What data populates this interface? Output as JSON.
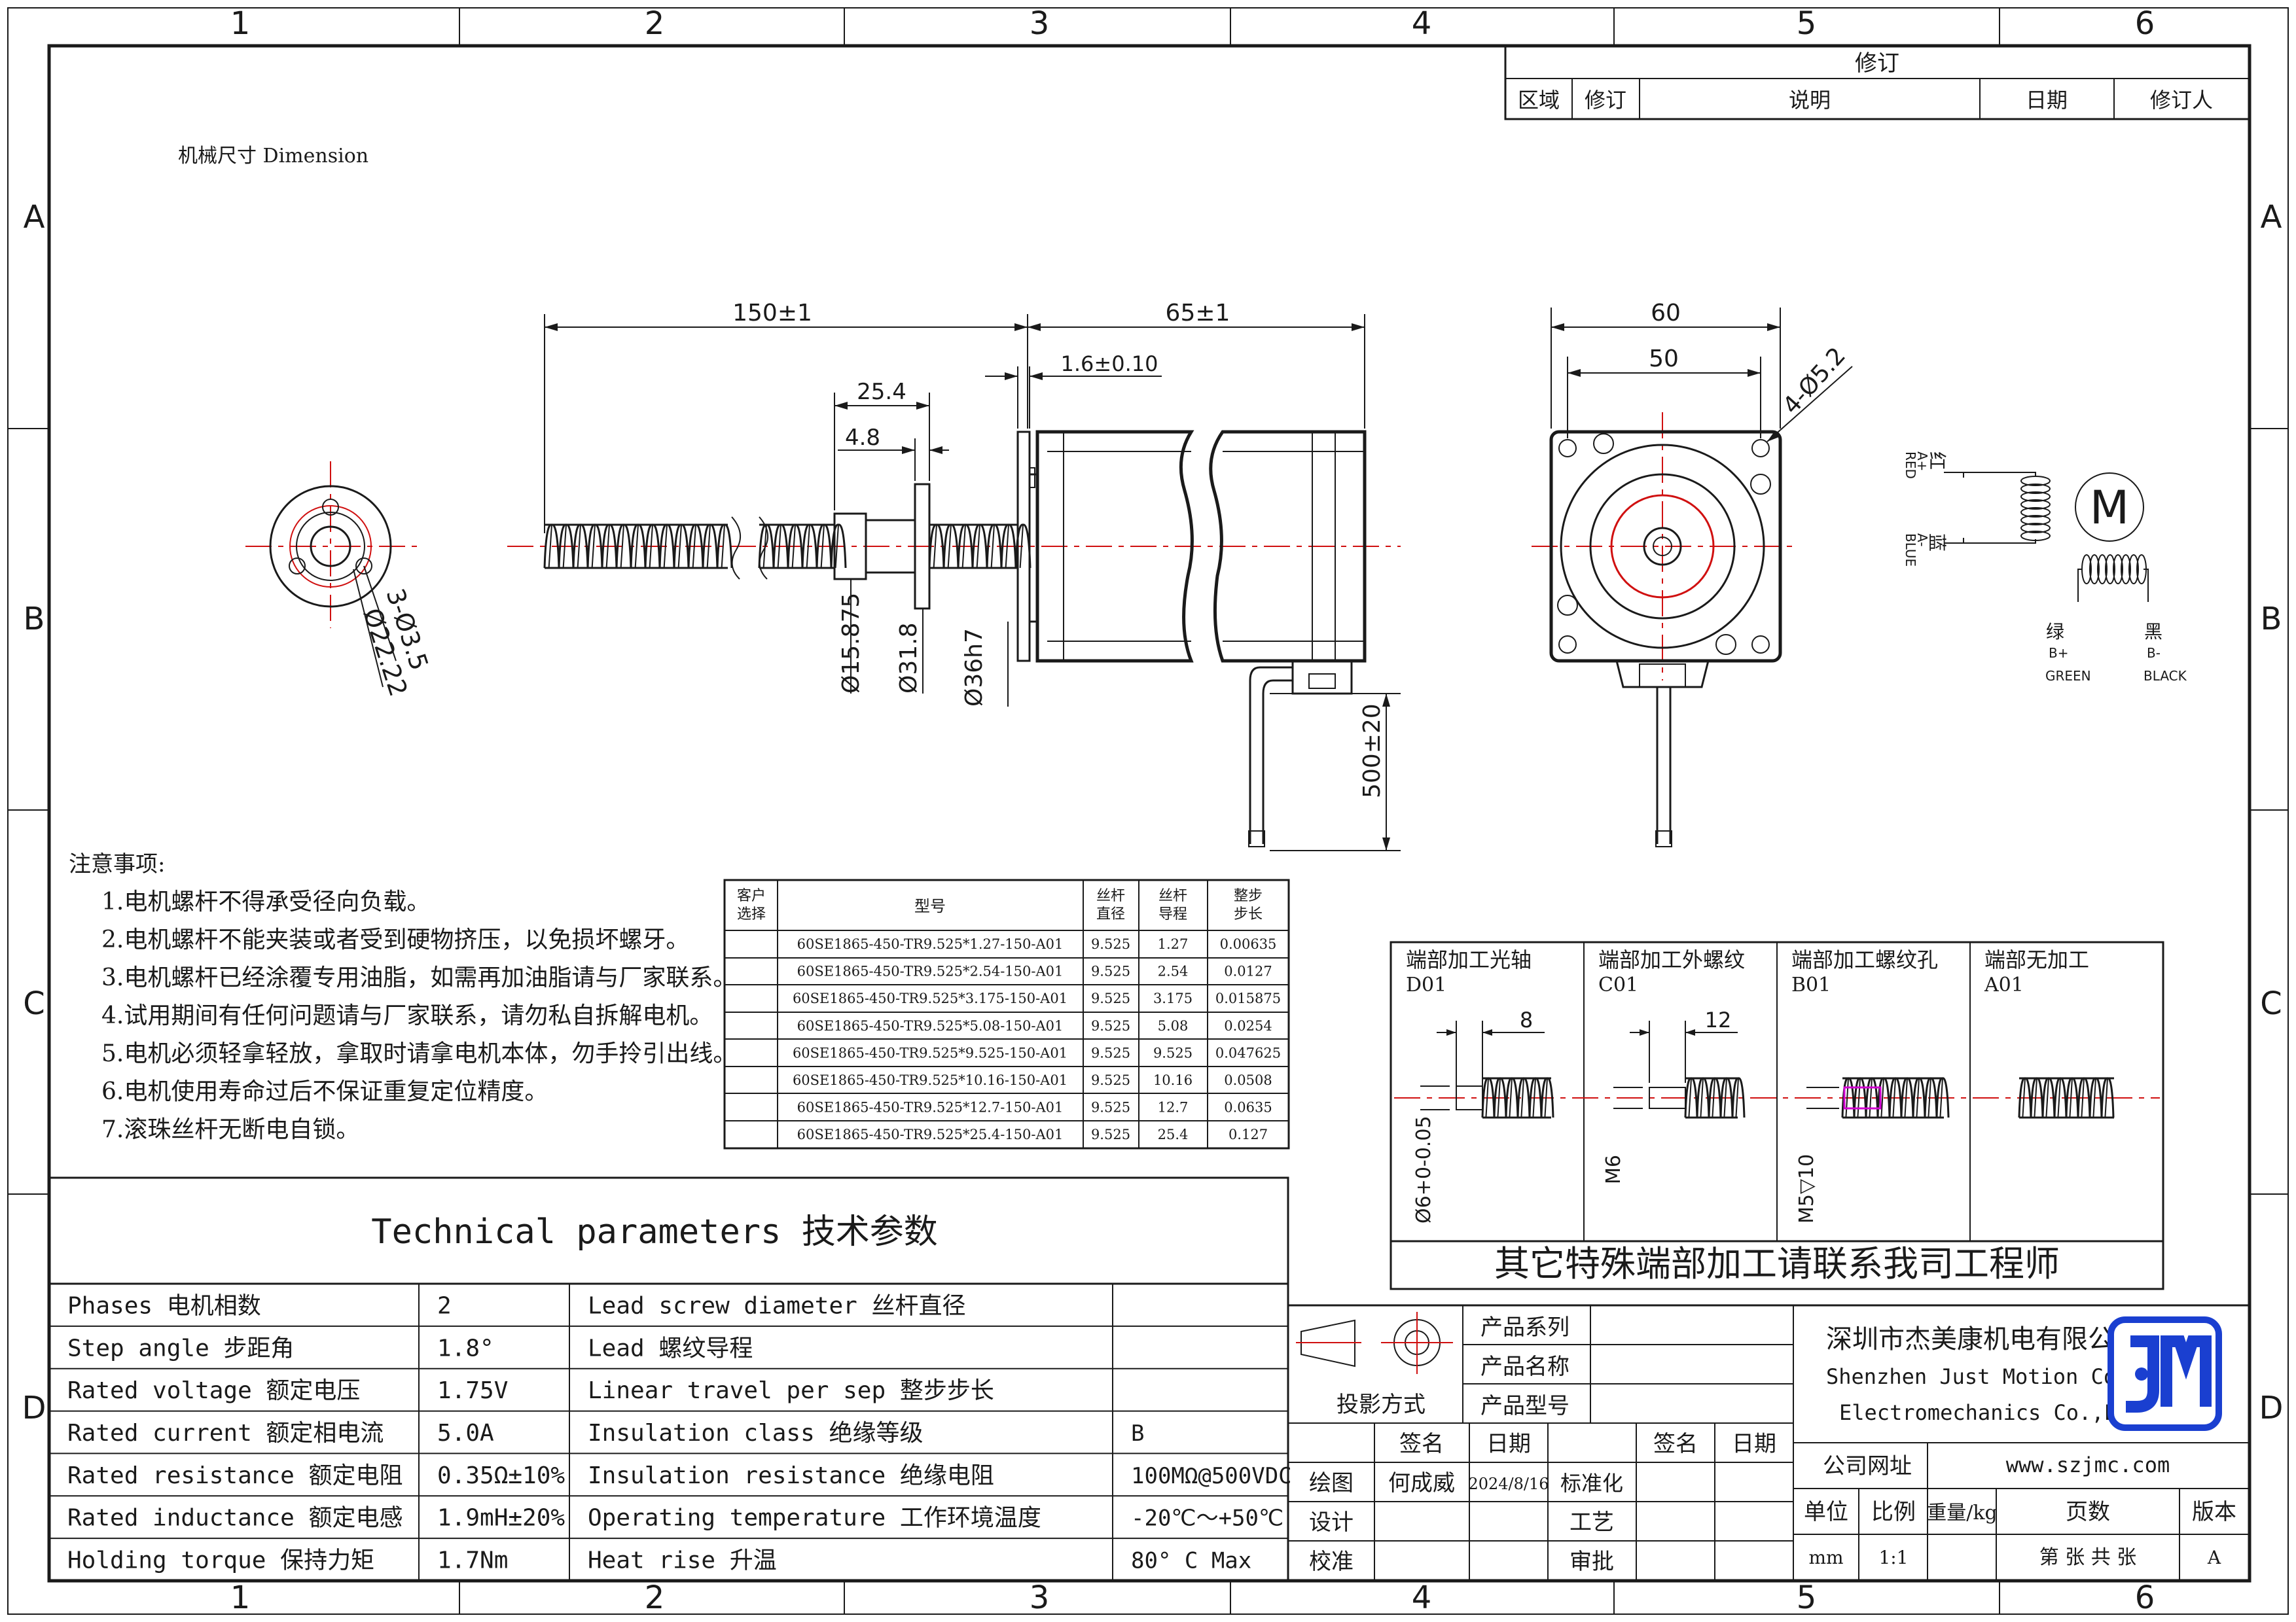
{
  "frame": {
    "columns": [
      "1",
      "2",
      "3",
      "4",
      "5",
      "6"
    ],
    "rows": [
      "A",
      "B",
      "C",
      "D"
    ]
  },
  "revision_block": {
    "title": "修订",
    "headers": [
      "区域",
      "修订",
      "说明",
      "日期",
      "修订人"
    ]
  },
  "dimension_label": "机械尺寸 Dimension",
  "dims": {
    "len_150": "150±1",
    "len_65": "65±1",
    "len_16": "1.6±0.10",
    "len_254": "25.4",
    "len_48": "4.8",
    "dia_15875": "Ø15.875",
    "dia_318": "Ø31.8",
    "dia_36h7": "Ø36h7",
    "holes_3": "3-Ø3.5",
    "dia_2222": "Ø22.22",
    "lead_500": "500±20",
    "sq_60": "60",
    "sq_50": "50",
    "holes_4": "4-Ø5.2"
  },
  "wiring": {
    "a_plus": {
      "cn": "红",
      "sig": "A+",
      "en": "RED"
    },
    "a_minus": {
      "cn": "蓝",
      "sig": "A-",
      "en": "BLUE"
    },
    "b_plus": {
      "cn": "绿",
      "sig": "B+",
      "en": "GREEN"
    },
    "b_minus": {
      "cn": "黑",
      "sig": "B-",
      "en": "BLACK"
    },
    "motor_letter": "M"
  },
  "notes": {
    "title": "注意事项:",
    "items": [
      "1.电机螺杆不得承受径向负载。",
      "2.电机螺杆不能夹装或者受到硬物挤压，以免损坏螺牙。",
      "3.电机螺杆已经涂覆专用油脂，如需再加油脂请与厂家联系。",
      "4.试用期间有任何问题请与厂家联系，请勿私自拆解电机。",
      "5.电机必须轻拿轻放，拿取时请拿电机本体，勿手拎引出线。",
      "6.电机使用寿命过后不保证重复定位精度。",
      "7.滚珠丝杆无断电自锁。"
    ]
  },
  "model_table": {
    "headers": [
      "客户\n选择",
      "型号",
      "丝杆\n直径",
      "丝杆\n导程",
      "整步\n步长"
    ],
    "rows": [
      [
        "",
        "60SE1865-450-TR9.525*1.27-150-A01",
        "9.525",
        "1.27",
        "0.00635"
      ],
      [
        "",
        "60SE1865-450-TR9.525*2.54-150-A01",
        "9.525",
        "2.54",
        "0.0127"
      ],
      [
        "",
        "60SE1865-450-TR9.525*3.175-150-A01",
        "9.525",
        "3.175",
        "0.015875"
      ],
      [
        "",
        "60SE1865-450-TR9.525*5.08-150-A01",
        "9.525",
        "5.08",
        "0.0254"
      ],
      [
        "",
        "60SE1865-450-TR9.525*9.525-150-A01",
        "9.525",
        "9.525",
        "0.047625"
      ],
      [
        "",
        "60SE1865-450-TR9.525*10.16-150-A01",
        "9.525",
        "10.16",
        "0.0508"
      ],
      [
        "",
        "60SE1865-450-TR9.525*12.7-150-A01",
        "9.525",
        "12.7",
        "0.0635"
      ],
      [
        "",
        "60SE1865-450-TR9.525*25.4-150-A01",
        "9.525",
        "25.4",
        "0.127"
      ]
    ]
  },
  "end_machining": {
    "panels": [
      {
        "title": "端部加工光轴",
        "code": "D01",
        "dim": "8",
        "label": "Ø6+0-0.05"
      },
      {
        "title": "端部加工外螺纹",
        "code": "C01",
        "dim": "12",
        "label": "M6"
      },
      {
        "title": "端部加工螺纹孔",
        "code": "B01",
        "dim": "",
        "label": "M5▽10"
      },
      {
        "title": "端部无加工",
        "code": "A01",
        "dim": "",
        "label": ""
      }
    ],
    "footer": "其它特殊端部加工请联系我司工程师"
  },
  "tech": {
    "title": "Technical parameters 技术参数",
    "rows": [
      [
        "Phases  电机相数",
        "2",
        "Lead screw diameter 丝杆直径",
        ""
      ],
      [
        "Step angle 步距角",
        "1.8°",
        "Lead 螺纹导程",
        ""
      ],
      [
        "Rated voltage 额定电压",
        "1.75V",
        "Linear travel per sep 整步步长",
        ""
      ],
      [
        "Rated current 额定相电流",
        "5.0A",
        "Insulation class 绝缘等级",
        "B"
      ],
      [
        "Rated resistance 额定电阻",
        "0.35Ω±10%",
        "Insulation resistance 绝缘电阻",
        "100MΩ@500VDC"
      ],
      [
        "Rated inductance 额定电感",
        "1.9mH±20%",
        "Operating temperature 工作环境温度",
        "-20℃～+50℃"
      ],
      [
        "Holding torque 保持力矩",
        "1.7Nm",
        "Heat rise 升温",
        "80° C Max"
      ]
    ]
  },
  "title_block": {
    "projection": "投影方式",
    "product_series": "产品系列",
    "product_name": "产品名称",
    "product_model": "产品型号",
    "company_cn": "深圳市杰美康机电有限公司",
    "company_en_1": "Shenzhen Just Motion Control",
    "company_en_2": "Electromechanics Co.,LTD",
    "sign_hdr": "签名",
    "date_hdr": "日期",
    "sign_hdr_2": "签名",
    "date_hdr_2": "日期",
    "draw": "绘图",
    "drawer": "何成威",
    "draw_date": "2024/8/16",
    "design": "设计",
    "check": "校准",
    "standard": "标准化",
    "process": "工艺",
    "approve": "审批",
    "website_label": "公司网址",
    "website": "www.szjmc.com",
    "unit_hdr": "单位",
    "scale_hdr": "比例",
    "weight_hdr": "重量/kg",
    "pages_hdr": "页数",
    "version_hdr": "版本",
    "unit": "mm",
    "scale": "1:1",
    "pages": "第 张 共 张",
    "version": "A"
  },
  "colors": {
    "line": "#1a1a1a",
    "center_line": "#d01010",
    "logo": "#1a3fd0",
    "highlight": "#d000d0"
  }
}
